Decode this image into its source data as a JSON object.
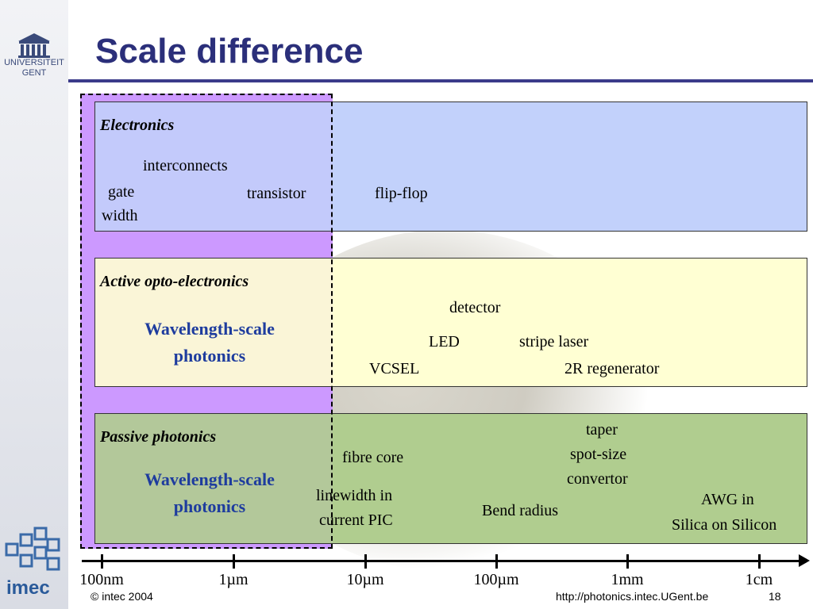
{
  "slide": {
    "title": "Scale difference",
    "logo_top_line1": "UNIVERSITEIT",
    "logo_top_line2": "GENT",
    "logo_bottom": "imec",
    "footer_left": "© intec 2004",
    "footer_url": "http://photonics.intec.UGent.be",
    "page_number": "18"
  },
  "bands": {
    "electronics": {
      "category": "Electronics",
      "items": {
        "interconnects": "interconnects",
        "gate_line1": "gate",
        "gate_line2": "width",
        "transistor": "transistor",
        "flipflop": "flip-flop"
      }
    },
    "active": {
      "category": "Active opto-electronics",
      "wavelength_line1": "Wavelength-scale",
      "wavelength_line2": "photonics",
      "items": {
        "detector": "detector",
        "led": "LED",
        "stripe_laser": "stripe laser",
        "vcsel": "VCSEL",
        "regenerator": "2R regenerator"
      }
    },
    "passive": {
      "category": "Passive photonics",
      "wavelength_line1": "Wavelength-scale",
      "wavelength_line2": "photonics",
      "items": {
        "fibre_core": "fibre core",
        "taper_line1": "taper",
        "taper_line2": "spot-size",
        "taper_line3": "convertor",
        "linewidth_line1": "linewidth in",
        "linewidth_line2": "current PIC",
        "bend_radius": "Bend radius",
        "awg_line1": "AWG in",
        "awg_line2": "Silica on Silicon"
      }
    }
  },
  "axis": {
    "ticks": [
      "100nm",
      "1µm",
      "10µm",
      "100µm",
      "1mm",
      "1cm"
    ]
  },
  "colors": {
    "electronics_band": "#c1d0fb",
    "active_band": "#ffffd3",
    "passive_band": "#b0cd8f",
    "wavelength_column": "#cc99ff",
    "title": "#2b2f7a",
    "wavelength_text": "#1e3c9e"
  }
}
